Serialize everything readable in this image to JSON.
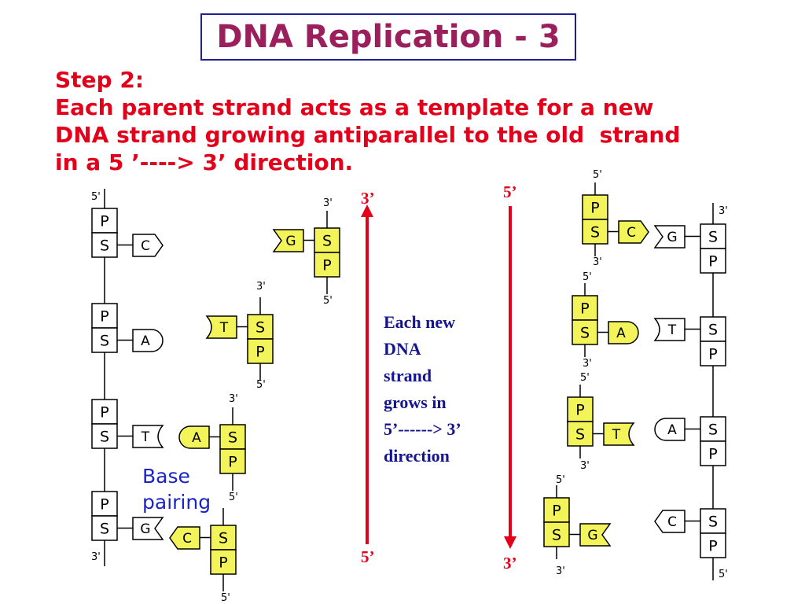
{
  "title": "DNA Replication - 3",
  "step": {
    "heading": "Step 2:",
    "lines": [
      "Each parent strand acts as a template for a new",
      "DNA strand growing antiparallel to the old  strand",
      "in a 5 ’----> 3’ direction."
    ]
  },
  "base_pairing_label": [
    "Base",
    "pairing"
  ],
  "growth_note": [
    "Each new",
    "DNA",
    "strand",
    "grows in",
    "5’------> 3’",
    "direction"
  ],
  "arrows": {
    "left_top": "3’",
    "left_bottom": "5’",
    "right_top": "5’",
    "right_bottom": "3’"
  },
  "strand_ends": {
    "left_parent_top": "5'",
    "left_parent_bottom": "3'",
    "left_new_1_top": "3'",
    "left_new_1_bottom": "5'",
    "left_new_2_top": "3'",
    "left_new_2_bottom": "5'",
    "left_new_3_top": "3'",
    "left_new_3_bottom": "5'",
    "left_new_4_bottom": "5'",
    "right_new_1_top": "5'",
    "right_new_1_bottom": "3'",
    "right_new_2_top": "5'",
    "right_new_2_bottom": "3'",
    "right_new_3_top": "5'",
    "right_new_3_bottom": "3'",
    "right_new_4_top": "5'",
    "right_new_4_bottom": "3'",
    "right_parent_top": "3'",
    "right_parent_bottom": "5'"
  },
  "nucleotide_labels": {
    "phosphate": "P",
    "sugar": "S"
  },
  "left_parent_bases": [
    "C",
    "A",
    "T",
    "G"
  ],
  "left_new_bases": [
    "G",
    "T",
    "A",
    "C"
  ],
  "right_new_bases": [
    "C",
    "A",
    "T",
    "G"
  ],
  "right_parent_bases": [
    "G",
    "T",
    "A",
    "C"
  ],
  "colors": {
    "title": "#9b1f5c",
    "step_text": "#e3001b",
    "new_nucleotide_fill": "#f3f35a",
    "parent_nucleotide_fill": "#ffffff",
    "arrow": "#e3001b",
    "note_text": "#15158f",
    "base_pairing_text": "#1a24c7"
  }
}
